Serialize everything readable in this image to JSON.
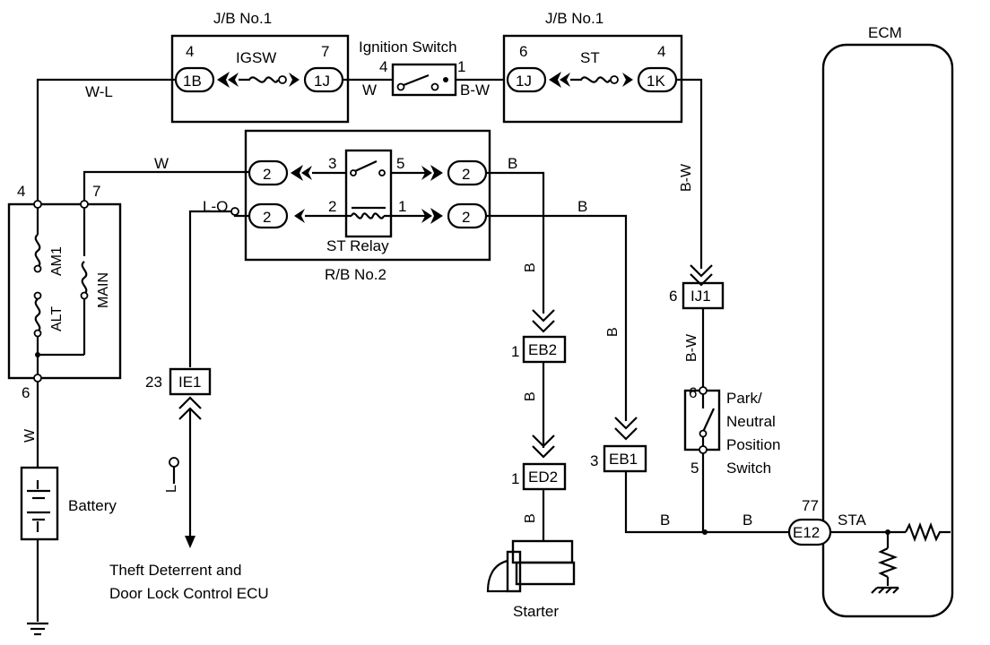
{
  "jb": {
    "left_title": "J/B  No.1",
    "right_title": "J/B  No.1"
  },
  "igsw": {
    "label": "IGSW",
    "pin_left": "4",
    "pin_right": "7",
    "conn_left": "1B",
    "conn_right": "1J"
  },
  "ign": {
    "title": "Ignition Switch",
    "pin_left": "4",
    "pin_right": "1"
  },
  "st": {
    "label": "ST",
    "pin_left": "6",
    "pin_right": "4",
    "conn_left": "1J",
    "conn_right": "1K"
  },
  "ecm": {
    "title": "ECM",
    "pin": "77",
    "conn": "E12",
    "sta": "STA"
  },
  "relay": {
    "label": "ST Relay",
    "rb": "R/B  No.2",
    "pins": {
      "p3": "3",
      "p5": "5",
      "p2": "2",
      "p1": "1"
    },
    "conn": "2"
  },
  "wires": {
    "wl": "W-L",
    "w": "W",
    "bw": "B-W",
    "b": "B",
    "lo": "L-O",
    "l": "L"
  },
  "fuse": {
    "pin4": "4",
    "pin7": "7",
    "am1": "AM1",
    "alt": "ALT",
    "main": "MAIN",
    "pin6": "6"
  },
  "battery": {
    "label": "Battery"
  },
  "connectors": {
    "ie1": {
      "name": "IE1",
      "pin": "23"
    },
    "eb2": {
      "name": "EB2",
      "pin": "1"
    },
    "ed2": {
      "name": "ED2",
      "pin": "1"
    },
    "eb1": {
      "name": "EB1",
      "pin": "3"
    },
    "ij1": {
      "name": "IJ1",
      "pin": "6"
    }
  },
  "pnp": {
    "line1": "Park/",
    "line2": "Neutral",
    "line3": "Position",
    "line4": "Switch",
    "pin_top": "6",
    "pin_bot": "5"
  },
  "theft": {
    "line1": "Theft Deterrent and",
    "line2": "Door Lock Control ECU"
  },
  "starter": {
    "label": "Starter"
  }
}
